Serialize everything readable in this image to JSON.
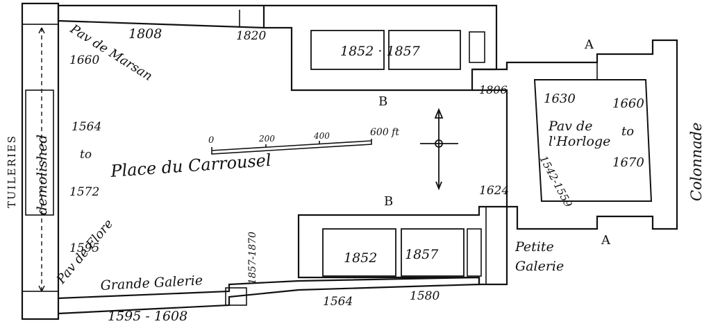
{
  "colors": {
    "ink": "#111111",
    "paper": "#ffffff"
  },
  "labels": {
    "tuileries": "TUILERIES",
    "demolished": "demolished",
    "pav_de_marsan": "Pav de Marsan",
    "pav_de_flore": "Pav de Flore",
    "place_du_carrousel": "Place du Carrousel",
    "grande_galerie": "Grande Galerie",
    "petite_galerie": "Petite Galerie",
    "petite": "Petite",
    "galerie": "Galerie",
    "pav_de": "Pav de",
    "lhorloge": "l'Horloge",
    "colonnade": "Colonnade",
    "block_a_top": "A",
    "block_a_bottom": "A",
    "block_b_top": "B",
    "block_b_bottom": "B"
  },
  "dates": {
    "north_wing": "1808",
    "pav_north": "1820",
    "north_court": "1852 · 1857",
    "south_court_left": "1852",
    "south_court_right": "1857",
    "corner_north": "1806",
    "corner_south": "1624",
    "tuileries_north": "1660",
    "tuileries_mid": "1564",
    "tuileries_to": "to",
    "tuileries_south": "1572",
    "flore": "1595",
    "gallery_pav": "1857-1870",
    "gallery_south": "1595 - 1608",
    "south_1564": "1564",
    "south_1580": "1580",
    "cour_1630": "1630",
    "cour_1660": "1660",
    "cour_to": "to",
    "cour_1670": "1670",
    "horloge_dates": "1542-1559"
  },
  "scale_bar": {
    "ticks": [
      "0",
      "200",
      "400",
      "600 ft"
    ]
  },
  "compass": {
    "icon": "north-arrow-icon"
  }
}
